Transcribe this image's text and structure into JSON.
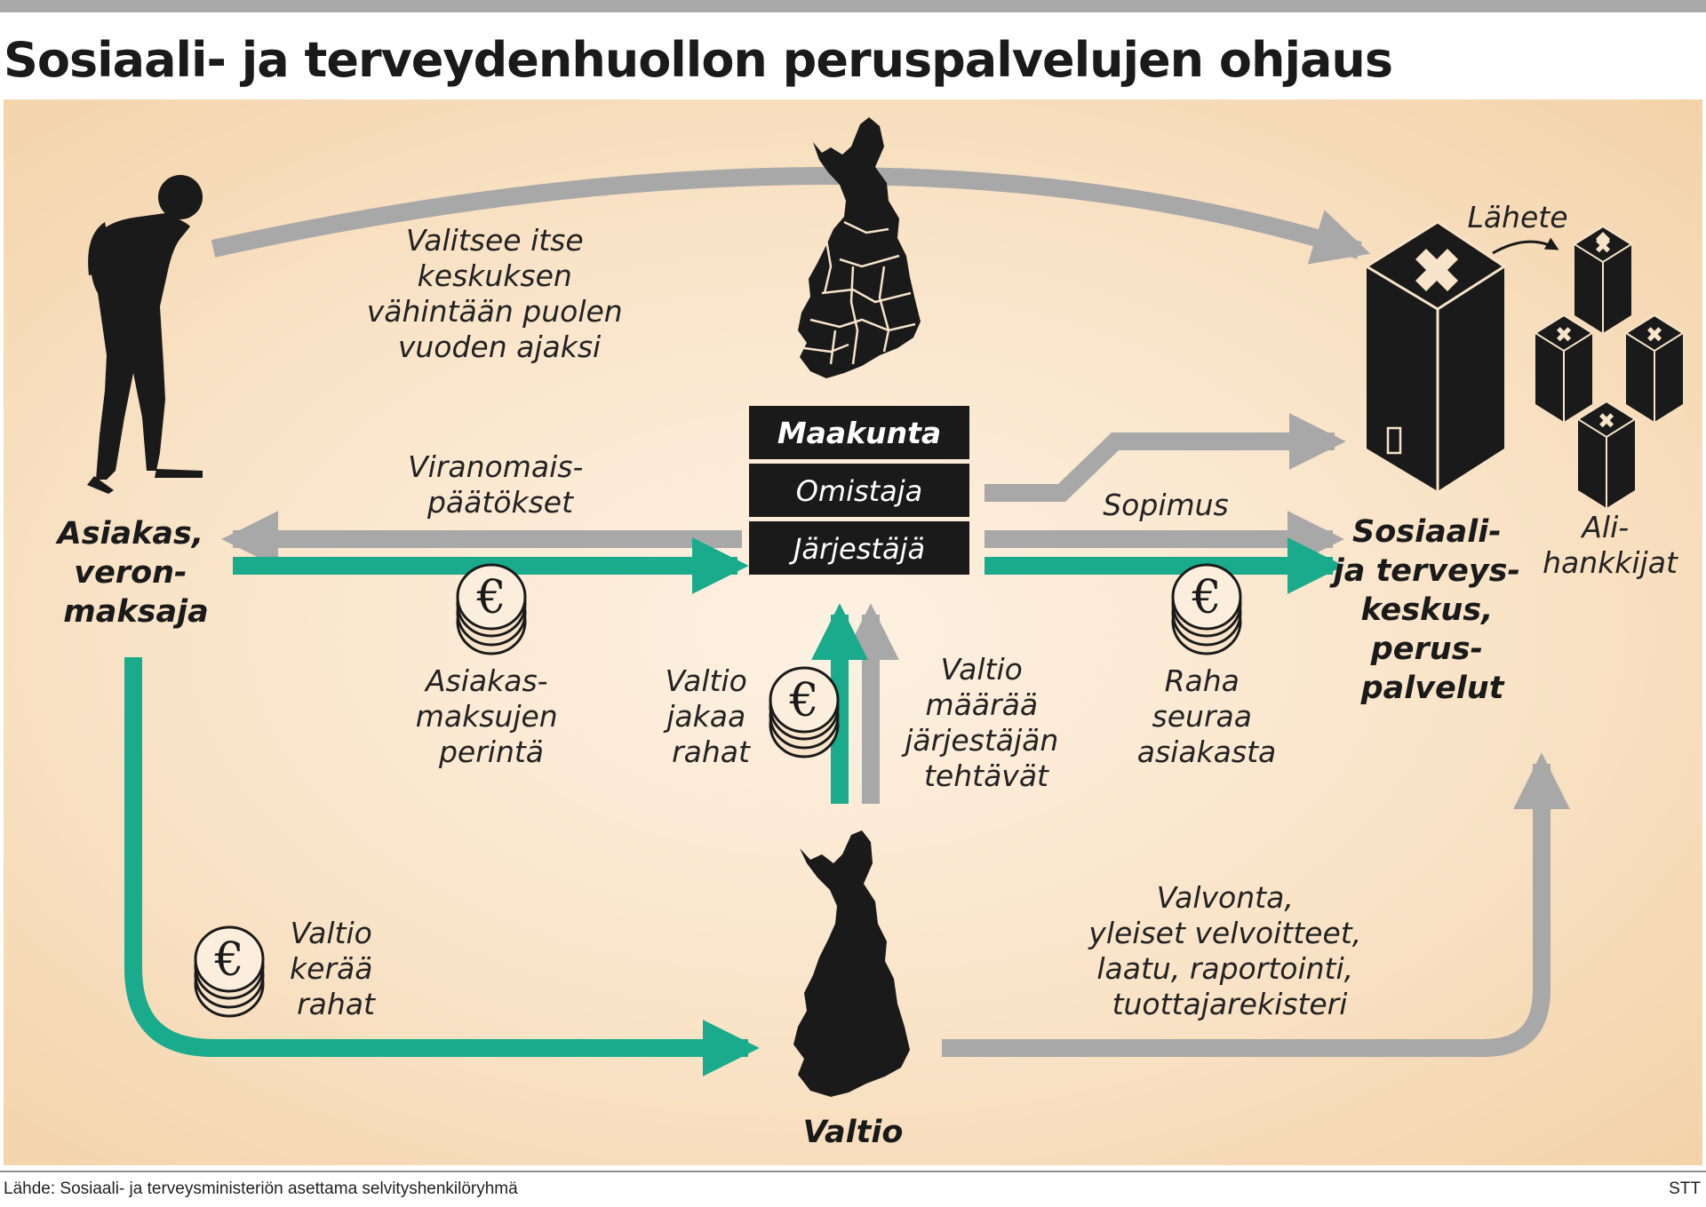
{
  "title": "Sosiaali- ja terveydenhuollon peruspalvelujen ohjaus",
  "source": "Lähde: Sosiaali- ja terveysministeriön asettama selvityshenkilöryhmä",
  "credit": "STT",
  "colors": {
    "background": "#f9e3c7",
    "money_flow": "#1aaa8c",
    "control_flow": "#a8a8a8",
    "dark": "#1a1a1a"
  },
  "nodes": {
    "asiakas": [
      "Asiakas,",
      "veron-",
      "maksaja"
    ],
    "maakunta": {
      "title": "Maakunta",
      "roles": [
        "Omistaja",
        "Järjestäjä"
      ]
    },
    "keskus": [
      "Sosiaali-",
      "ja terveys-",
      "keskus,",
      "perus-",
      "palvelut"
    ],
    "alihankkijat": [
      "Ali-",
      "hankkijat"
    ],
    "valtio": "Valtio",
    "lahete": "Lähete"
  },
  "labels": {
    "valitsee": [
      "Valitsee itse",
      "keskuksen",
      "vähintään puolen",
      "vuoden ajaksi"
    ],
    "viranomais": [
      "Viranomais-",
      "päätökset"
    ],
    "asiakasmaksut": [
      "Asiakas-",
      "maksujen",
      "perintä"
    ],
    "jakaa": [
      "Valtio",
      "jakaa",
      "rahat"
    ],
    "maaraa": [
      "Valtio",
      "määrää",
      "järjestäjän",
      "tehtävät"
    ],
    "sopimus": "Sopimus",
    "raha": [
      "Raha",
      "seuraa",
      "asiakasta"
    ],
    "keraa": [
      "Valtio",
      "kerää",
      "rahat"
    ],
    "valvonta": [
      "Valvonta,",
      "yleiset velvoitteet,",
      "laatu, raportointi,",
      "tuottajarekisteri"
    ]
  },
  "icons": [
    "person-silhouette-icon",
    "finland-regions-map-icon",
    "finland-map-icon",
    "health-center-building-icon",
    "subcontractor-building-icon",
    "euro-coins-icon"
  ]
}
